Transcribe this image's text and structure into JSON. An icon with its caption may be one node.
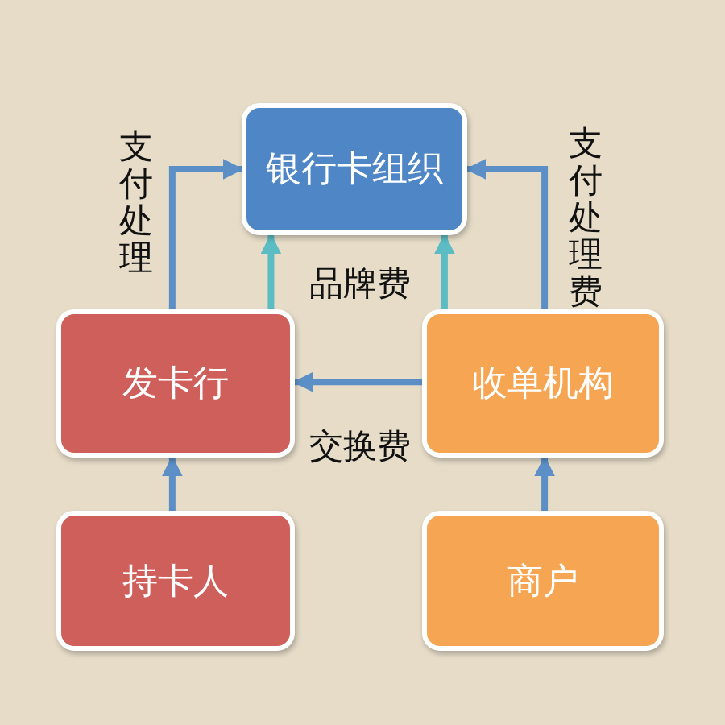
{
  "diagram": {
    "nodes": [
      {
        "text": [
          "银行卡组织"
        ]
      },
      {
        "text": [
          "发卡行"
        ]
      },
      {
        "text": [
          "收单机构"
        ]
      },
      {
        "text": [
          "持卡人"
        ]
      },
      {
        "text": [
          "商户"
        ]
      }
    ],
    "edges": [
      {
        "from": 1,
        "to": 0,
        "arrow": "to"
      },
      {
        "from": 1,
        "to": 0,
        "arrow": "to",
        "color": "#5bbcc4"
      },
      {
        "from": 2,
        "to": 0,
        "arrow": "to",
        "color": "#5bbcc4"
      },
      {
        "from": 2,
        "to": 0,
        "arrow": "to"
      },
      {
        "from": 2,
        "to": 1,
        "arrow": "to"
      },
      {
        "from": 3,
        "to": 1,
        "arrow": "to"
      },
      {
        "from": 4,
        "to": 2,
        "arrow": "to"
      }
    ],
    "labels": [
      "支付处理",
      "品牌费",
      "支付处理费",
      "交换费"
    ]
  }
}
